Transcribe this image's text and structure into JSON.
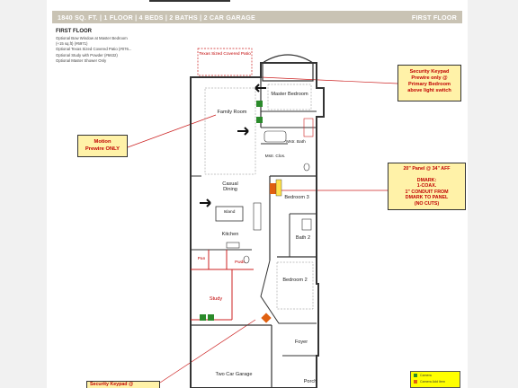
{
  "header": {
    "summary": "1840 SQ. FT.  |  1 FLOOR  |  4 BEDS  |  2 BATHS  |  2 CAR GARAGE",
    "floor": "FIRST FLOOR"
  },
  "notes": {
    "title": "FIRST FLOOR",
    "lines": [
      "Optional Bow Window at Master Bedroom",
      "(+15 sq.ft) (#6971)",
      "Optional Texas Sized Covered Patio (#076...",
      "Optional Study with Powder (#6632)",
      "Optional Master Shower Only"
    ]
  },
  "callouts": {
    "keypad": [
      "Security Keypad",
      "Prewire only @",
      "Primary Bedroom",
      "above light switch"
    ],
    "motion": [
      "Motion",
      "Prewire ONLY"
    ],
    "panel": [
      "20\" Panel @ 34\" AFF",
      "",
      "DMARK:",
      "1-COAX.",
      "1\" CONDUIT FROM",
      "DMARK TO PANEL",
      "(NO CUTS)"
    ],
    "bottom": "Security Keypad @"
  },
  "rooms": {
    "patio": "Texas Sized Covered Patio",
    "master_bedroom": "Master Bedroom",
    "family_room": "Family Room",
    "master_bath": "Mstr. Bath",
    "master_closet": "Mstr. Clos.",
    "casual_dining": "Casual Dining",
    "bedroom3": "Bedroom 3",
    "island": "Island",
    "kitchen": "Kitchen",
    "bath2": "Bath 2",
    "pan": "Pan",
    "powder": "Pwdr.",
    "bedroom2": "Bedroom 2",
    "study": "Study",
    "foyer": "Foyer",
    "garage": "Two Car Garage",
    "porch": "Porch"
  },
  "legend": {
    "items": [
      "Camera",
      "Camera Add Item"
    ]
  },
  "colors": {
    "header_bg": "#c9c3b4",
    "callout_bg": "#fff2a8",
    "callout_text": "#c00000",
    "wall": "#333333",
    "red_line": "#cc2222",
    "device_green": "#2a8a2a",
    "device_orange": "#e06010",
    "legend_bg": "#ffff00"
  }
}
